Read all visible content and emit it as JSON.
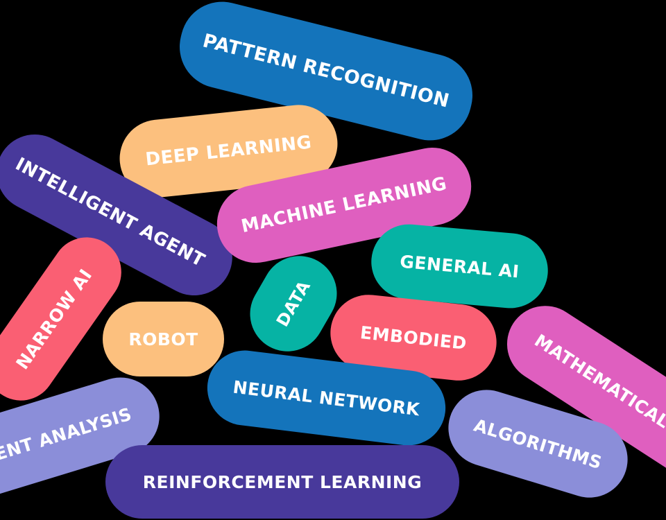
{
  "colors": {
    "background": "#000000",
    "blue": "#1474bb",
    "peach": "#fcc07e",
    "indigo": "#48399b",
    "magenta": "#df5fbf",
    "teal": "#06b3a4",
    "coral": "#fa5f73",
    "lavender": "#8b8ed9",
    "text": "#ffffff"
  },
  "pills": {
    "pattern_recognition": "PATTERN RECOGNITION",
    "deep_learning": "DEEP LEARNING",
    "intelligent_agent": "INTELLIGENT AGENT",
    "machine_learning": "MACHINE LEARNING",
    "general_ai": "GENERAL AI",
    "narrow_ai": "NARROW AI",
    "data": "DATA",
    "robot": "ROBOT",
    "embodied": "EMBODIED",
    "mathematical": "MATHEMATICAL L",
    "neural_network": "NEURAL NETWORK",
    "sentiment_analysis": "ENT ANALYSIS",
    "algorithms": "ALGORITHMS",
    "reinforcement_learning": "REINFORCEMENT LEARNING"
  }
}
